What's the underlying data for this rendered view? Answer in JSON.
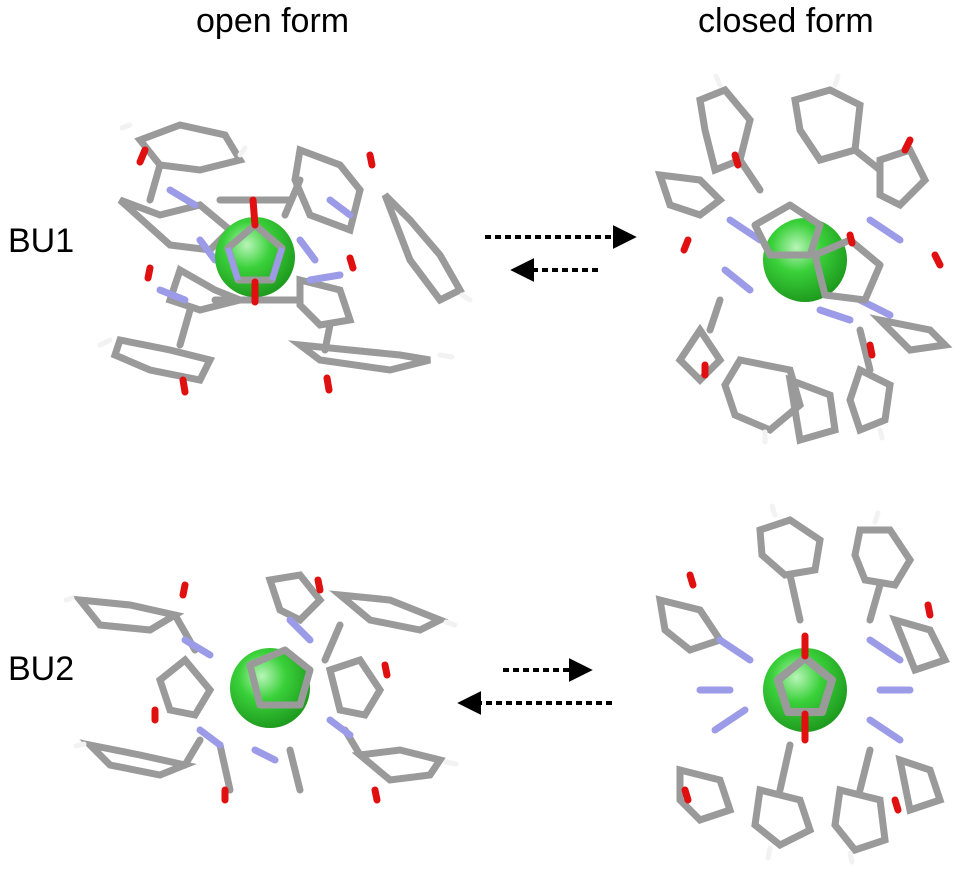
{
  "headers": {
    "open": "open form",
    "closed": "closed form"
  },
  "rows": [
    {
      "label": "BU1",
      "forward_arrow": "long",
      "backward_arrow": "short"
    },
    {
      "label": "BU2",
      "forward_arrow": "short",
      "backward_arrow": "long"
    }
  ],
  "colors": {
    "ion": "#3ad13a",
    "carbon": "#9a9a9a",
    "nitrogen": "#9b9be8",
    "oxygen": "#e01010",
    "hydrogen": "#f2f2f2",
    "arrow": "#000000"
  }
}
